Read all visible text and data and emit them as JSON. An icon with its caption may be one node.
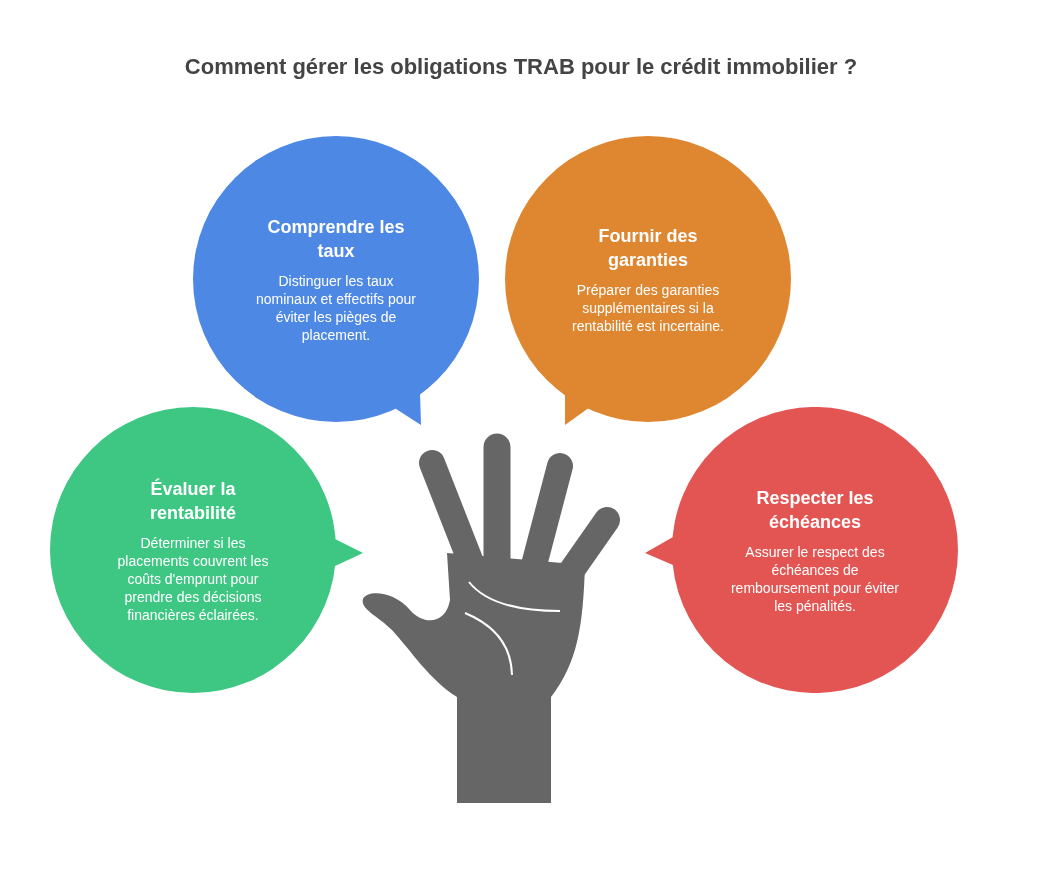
{
  "diagram": {
    "title": "Comment gérer les obligations TRAB pour le crédit immobilier ?",
    "nodes": [
      {
        "text": [
          "Comprendre les taux",
          "Distinguer les taux nominaux et effectifs pour éviter les pièges de placement."
        ]
      },
      {
        "text": [
          "Fournir des garanties",
          "Préparer des garanties supplémentaires si la rentabilité est incertaine."
        ]
      },
      {
        "text": [
          "Évaluer la rentabilité",
          "Déterminer si les placements couvrent les coûts d'emprunt pour prendre des décisions financières éclairées."
        ]
      },
      {
        "text": [
          "Respecter les échéances",
          "Assurer le respect des échéances de remboursement pour éviter les pénalités."
        ]
      }
    ]
  }
}
